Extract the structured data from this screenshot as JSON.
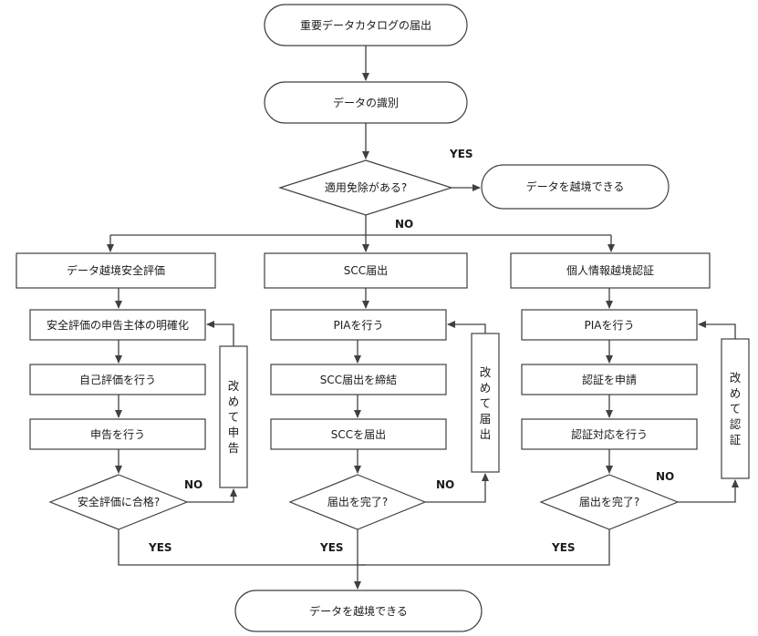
{
  "nodes": {
    "start": "重要データカタログの届出",
    "identify": "データの識別",
    "exempt_q": "適用免除がある?",
    "exempt_ok": "データを越境できる",
    "col1_title": "データ越境安全評価",
    "col2_title": "SCC届出",
    "col3_title": "個人情報越境認証",
    "c1_s1": "安全評価の申告主体の明確化",
    "c1_s2": "自己評価を行う",
    "c1_s3": "申告を行う",
    "c1_q": "安全評価に合格?",
    "c1_retry": "改めて申告",
    "c2_s1": "PIAを行う",
    "c2_s2": "SCC届出を締結",
    "c2_s3": "SCCを届出",
    "c2_q": "届出を完了?",
    "c2_retry": "改めて届出",
    "c3_s1": "PIAを行う",
    "c3_s2": "認証を申請",
    "c3_s3": "認証対応を行う",
    "c3_q": "届出を完了?",
    "c3_retry": "改めて認証",
    "end": "データを越境できる"
  },
  "edge_labels": {
    "exempt_yes": "YES",
    "exempt_no": "NO",
    "c1_no": "NO",
    "c1_yes": "YES",
    "c2_no": "NO",
    "c2_yes": "YES",
    "c3_no": "NO",
    "c3_yes": "YES"
  }
}
